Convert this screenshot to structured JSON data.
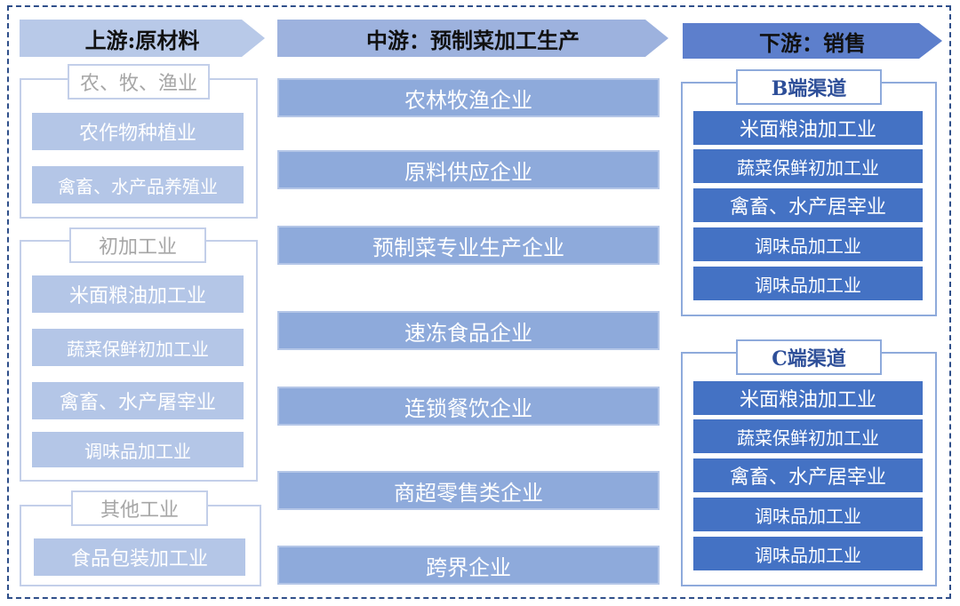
{
  "upstream": {
    "header": "上游:原材料",
    "groups": [
      {
        "title": "农、牧、渔业",
        "items": [
          "农作物种植业",
          "禽畜、水产品养殖业"
        ]
      },
      {
        "title": "初加工业",
        "items": [
          "米面粮油加工业",
          "蔬菜保鲜初加工业",
          "禽畜、水产屠宰业",
          "调味品加工业"
        ]
      },
      {
        "title": "其他工业",
        "items": [
          "食品包装加工业"
        ]
      }
    ]
  },
  "midstream": {
    "header": "中游：预制菜加工生产",
    "items": [
      "农林牧渔企业",
      "原料供应企业",
      "预制菜专业生产企业",
      "速冻食品企业",
      "连锁餐饮企业",
      "商超零售类企业",
      "跨界企业"
    ]
  },
  "downstream": {
    "header": "下游：销售",
    "channels": [
      {
        "title": "B端渠道",
        "items": [
          "米面粮油加工业",
          "蔬菜保鲜初加工业",
          "禽畜、水产居宰业",
          "调味品加工业",
          "调味品加工业"
        ]
      },
      {
        "title": "C端渠道",
        "items": [
          "米面粮油加工业",
          "蔬菜保鲜初加工业",
          "禽畜、水产居宰业",
          "调味品加工业",
          "调味品加工业"
        ]
      }
    ]
  },
  "colors": {
    "upstream_box": "#b4c6e7",
    "midstream_box": "#8eaadb",
    "downstream_box": "#4472c4",
    "frame": "#2f4f8a"
  }
}
